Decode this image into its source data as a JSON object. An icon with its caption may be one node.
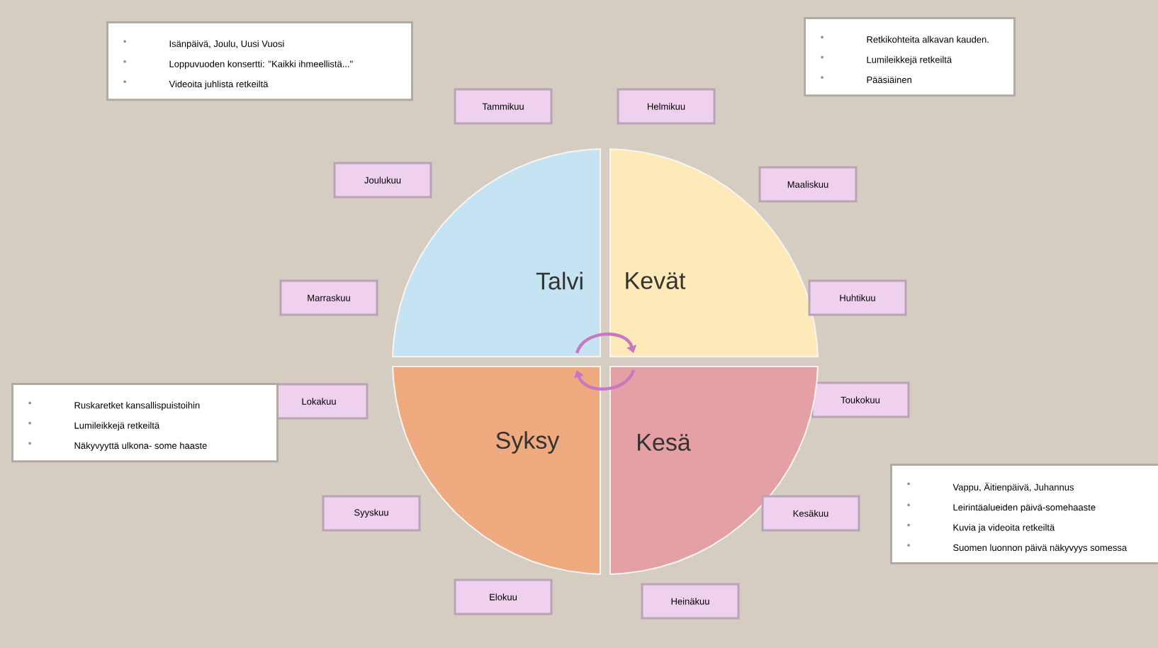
{
  "diagram": {
    "nodes": [
      {
        "text": [
          "Isänpäivä, Joulu, Uusi Vuosi",
          "Loppuvuoden konsertti: \"Kaikki ihmeellistä...\"",
          "Videoita juhlista retkeiltä"
        ]
      },
      {
        "text": [
          "Retkikohteita alkavan kauden.",
          "Lumileikkejä retkeiltä",
          "Pääsiäinen"
        ]
      },
      {
        "text": [
          "Tammikuu"
        ]
      },
      {
        "text": [
          "Helmikuu"
        ]
      },
      {
        "text": [
          "Joulukuu"
        ]
      },
      {
        "text": [
          "Maaliskuu"
        ]
      },
      {
        "text": [
          "Talvi"
        ]
      },
      {
        "text": [
          "Kevät"
        ]
      },
      {
        "text": [
          "Marraskuu"
        ]
      },
      {
        "text": [
          "Huhtikuu"
        ]
      },
      {
        "text": [
          "Lokakuu"
        ]
      },
      {
        "text": [
          "Toukokuu"
        ]
      },
      {
        "text": [
          "Syksy"
        ]
      },
      {
        "text": [
          "Kesä"
        ]
      },
      {
        "text": [
          "Ruskaretket kansallispuistoihin",
          "Lumileikkejä retkeiltä",
          "Näkyvyyttä ulkona- some haaste"
        ]
      },
      {
        "text": [
          "Syyskuu"
        ]
      },
      {
        "text": [
          "Vappu, Äitienpäivä, Juhannus",
          "Leirintäalueiden päivä-somehaaste",
          "Kuvia ja videoita retkeiltä",
          "Suomen luonnon päivä näkyvyys somessa"
        ]
      },
      {
        "text": [
          "Kesäkuu"
        ]
      },
      {
        "text": [
          "Elokuu"
        ]
      },
      {
        "text": [
          "Heinäkuu"
        ]
      }
    ],
    "edges": [
      {
        "from": 6,
        "to": 7,
        "arrow": "to"
      },
      {
        "from": 13,
        "to": 12,
        "arrow": "to"
      }
    ]
  }
}
